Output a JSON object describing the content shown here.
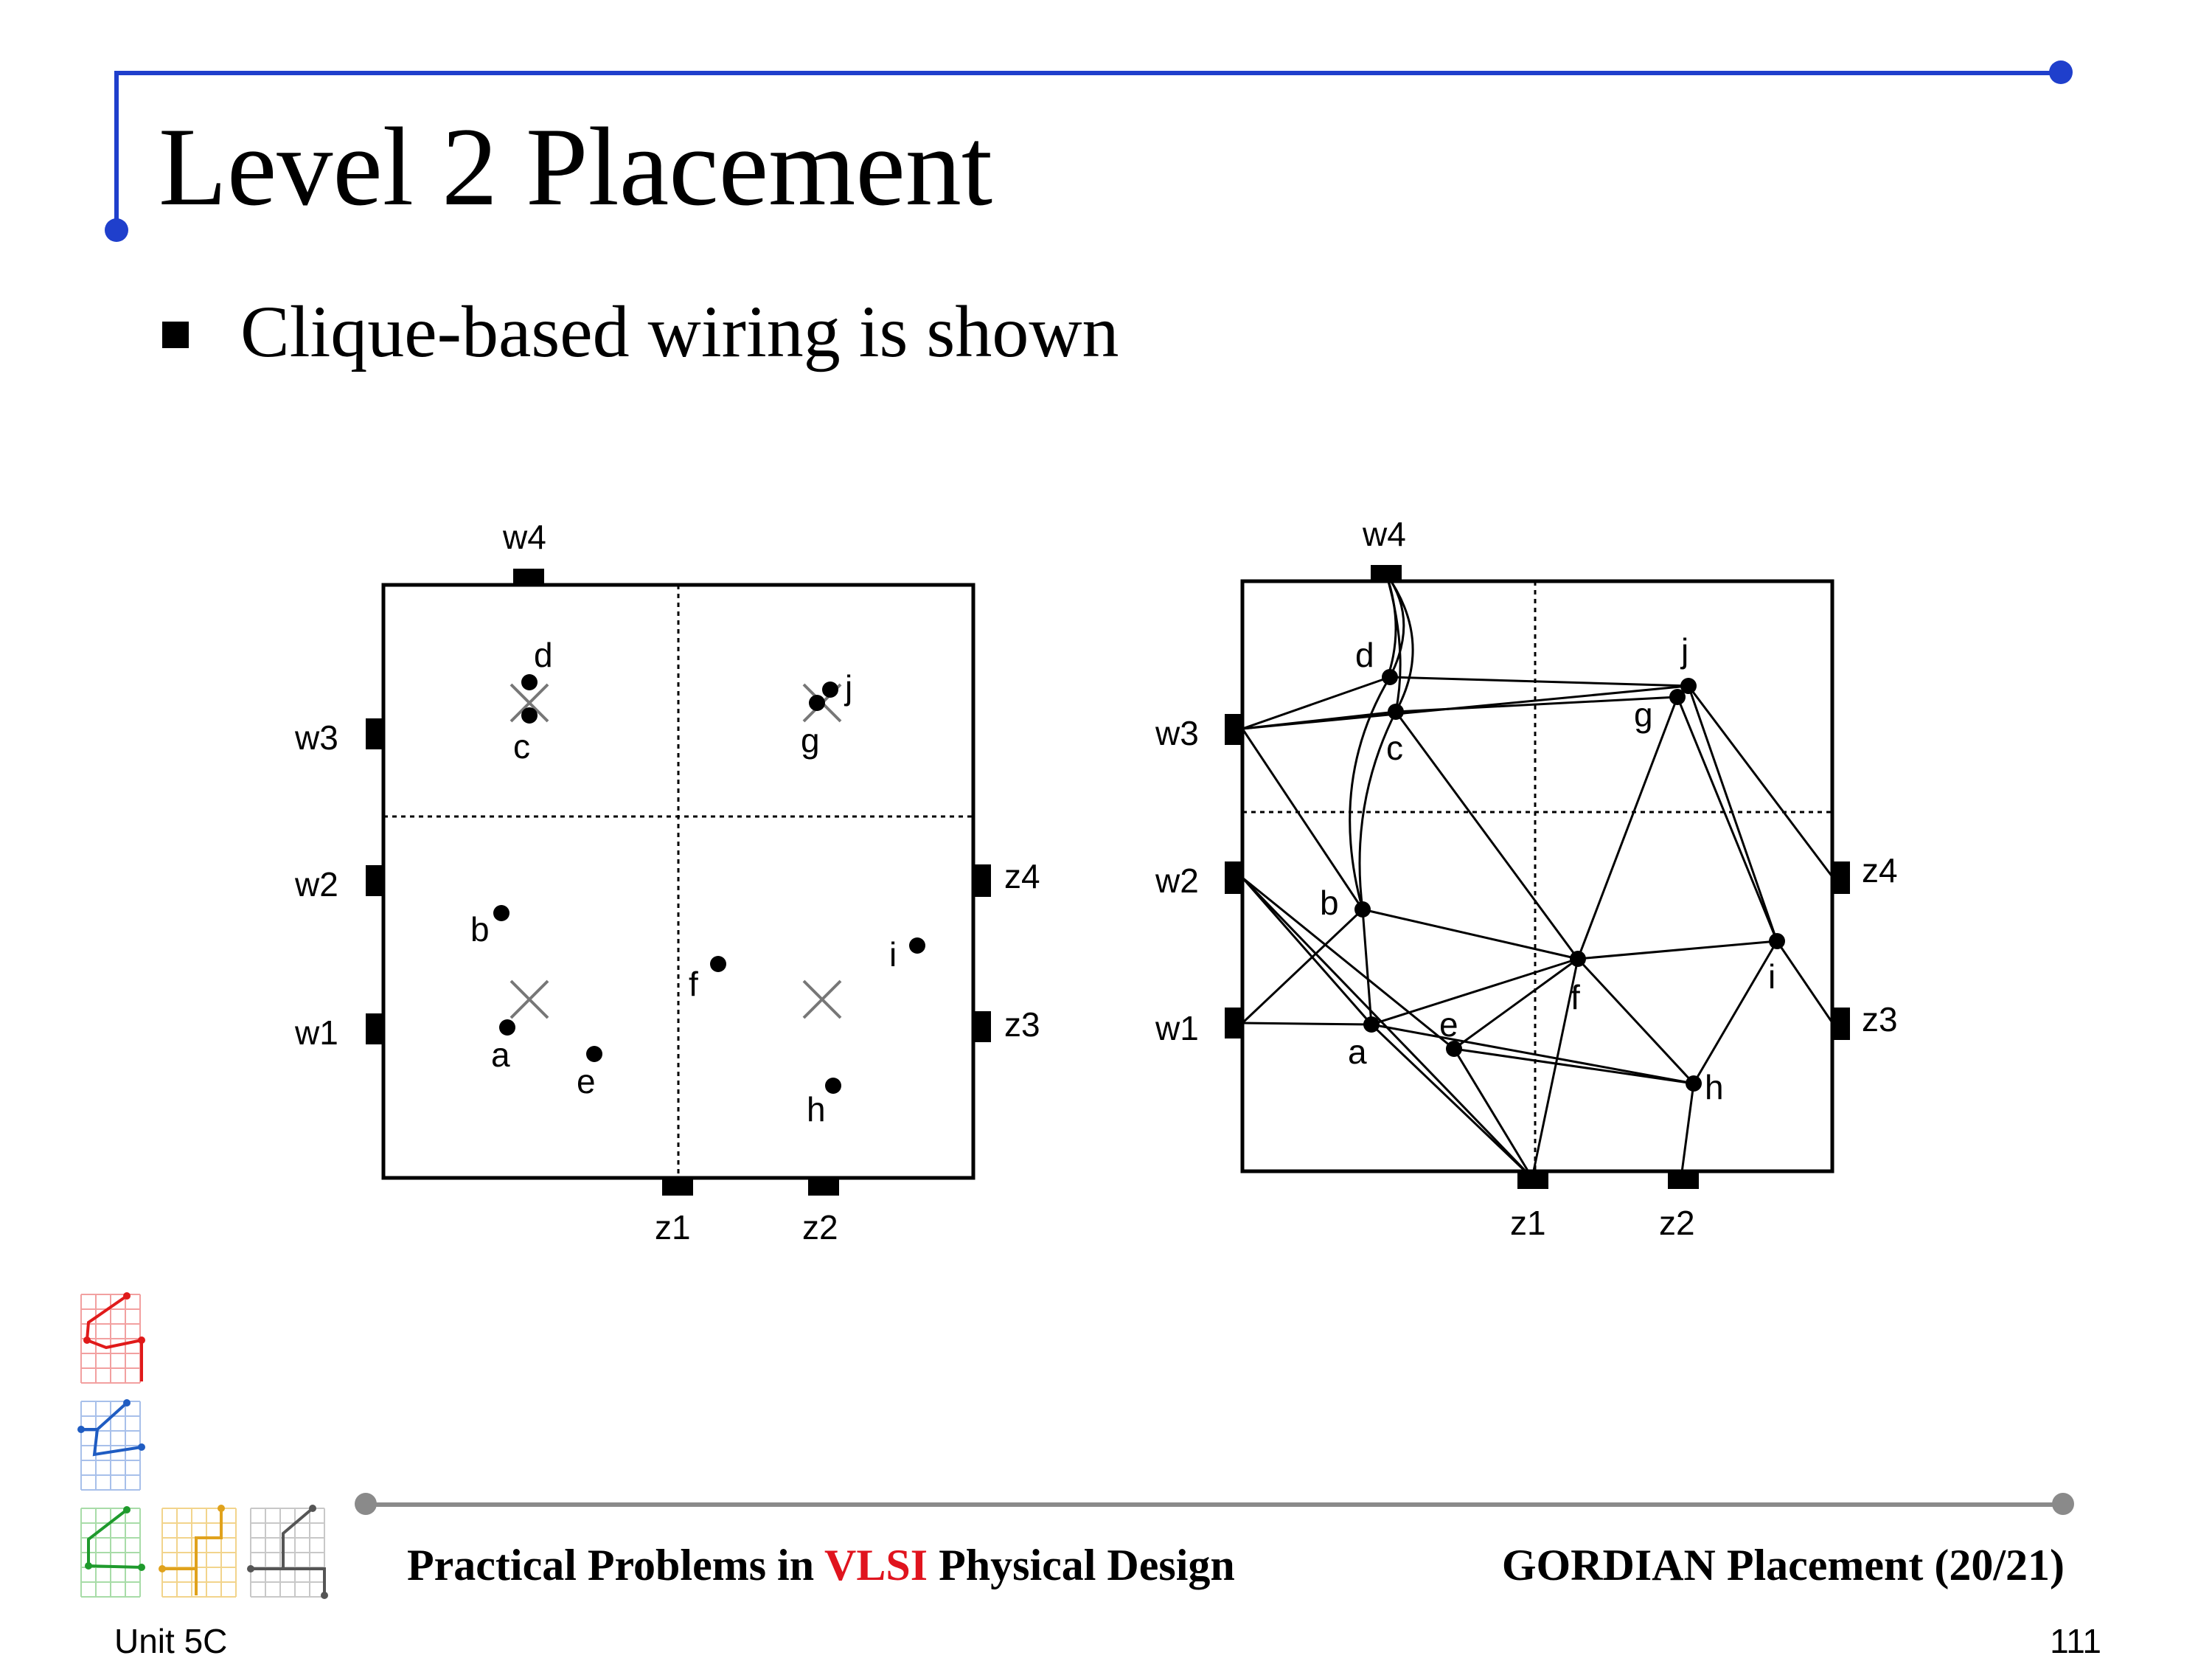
{
  "slide": {
    "title": "Level 2 Placement",
    "bullet": "Clique-based wiring is shown",
    "colors": {
      "accent_line": "#1f3fcc",
      "footer_line": "#8a8a8a",
      "vlsi_red": "#e0141e"
    }
  },
  "figure_left": {
    "pins": {
      "w4": "w4",
      "w3": "w3",
      "w2": "w2",
      "w1": "w1",
      "z4": "z4",
      "z3": "z3",
      "z1": "z1",
      "z2": "z2"
    },
    "cells": {
      "a": "a",
      "b": "b",
      "c": "c",
      "d": "d",
      "e": "e",
      "f": "f",
      "g": "g",
      "h": "h",
      "i": "i",
      "j": "j"
    }
  },
  "figure_right": {
    "pins": {
      "w4": "w4",
      "w3": "w3",
      "w2": "w2",
      "w1": "w1",
      "z4": "z4",
      "z3": "z3",
      "z1": "z1",
      "z2": "z2"
    },
    "cells": {
      "a": "a",
      "b": "b",
      "c": "c",
      "d": "d",
      "e": "e",
      "f": "f",
      "g": "g",
      "h": "h",
      "i": "i",
      "j": "j"
    }
  },
  "footer": {
    "title_pre": "Practical Problems in ",
    "title_accent": "VLSI",
    "title_post": " Physical Design",
    "right": "GORDIAN Placement (20/21)",
    "unit": "Unit 5C",
    "page": "111"
  }
}
